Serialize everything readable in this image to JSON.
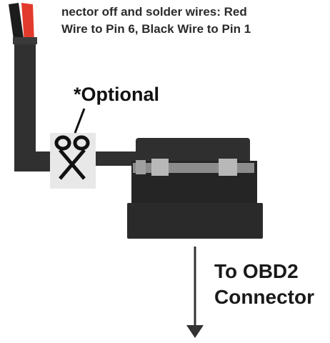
{
  "instructions": {
    "line1": "nector off and solder wires:  Red",
    "line2": "Wire to Pin 6, Black Wire to Pin 1"
  },
  "optional_label": "*Optional",
  "destination_label": {
    "line1": "To OBD2",
    "line2": "Connector"
  },
  "colors": {
    "wire_red": "#e23a2c",
    "wire_black": "#1c1c1c",
    "cable_jacket": "#333333",
    "connector_body": "#2a2a2a",
    "connector_band": "#8c8c8c",
    "scissors_box": "#e8e8e8"
  },
  "icons": [
    "scissors-icon",
    "arrow-down-icon"
  ]
}
